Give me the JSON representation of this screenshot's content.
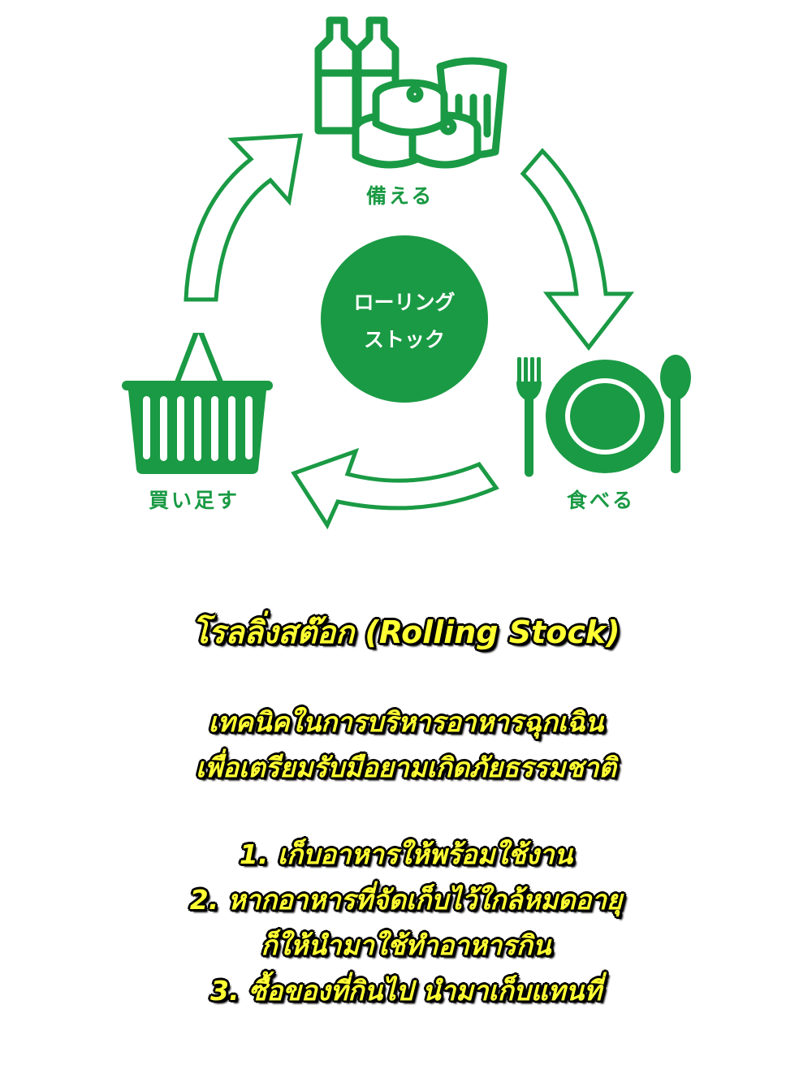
{
  "colors": {
    "green": "#1a9a44",
    "caption_fill": "#ffff33",
    "caption_outline": "#000000",
    "background": "#ffffff"
  },
  "diagram": {
    "center": {
      "line1": "ローリング",
      "line2": "ストック"
    },
    "steps": [
      {
        "label": "備える",
        "icon": "bottles-cans-cup-icon"
      },
      {
        "label": "食べる",
        "icon": "plate-fork-spoon-icon"
      },
      {
        "label": "買い足す",
        "icon": "shopping-basket-icon"
      }
    ],
    "arrows": [
      "arrow-prepare-to-eat",
      "arrow-eat-to-buy",
      "arrow-buy-to-prepare"
    ]
  },
  "caption": {
    "title": "โรลลิ่งสต๊อก (Rolling Stock)",
    "subtitle_lines": [
      "เทคนิคในการบริหารอาหารฉุกเฉิน",
      "เพื่อเตรียมรับมือยามเกิดภัยธรรมชาติ"
    ],
    "list_lines": [
      "1. เก็บอาหารให้พร้อมใช้งาน",
      "2. หากอาหารที่จัดเก็บไว้ใกล้หมดอายุ",
      "ก็ให้นำมาใช้ทำอาหารกิน",
      "3. ซื้อของที่กินไป นำมาเก็บแทนที่"
    ]
  }
}
